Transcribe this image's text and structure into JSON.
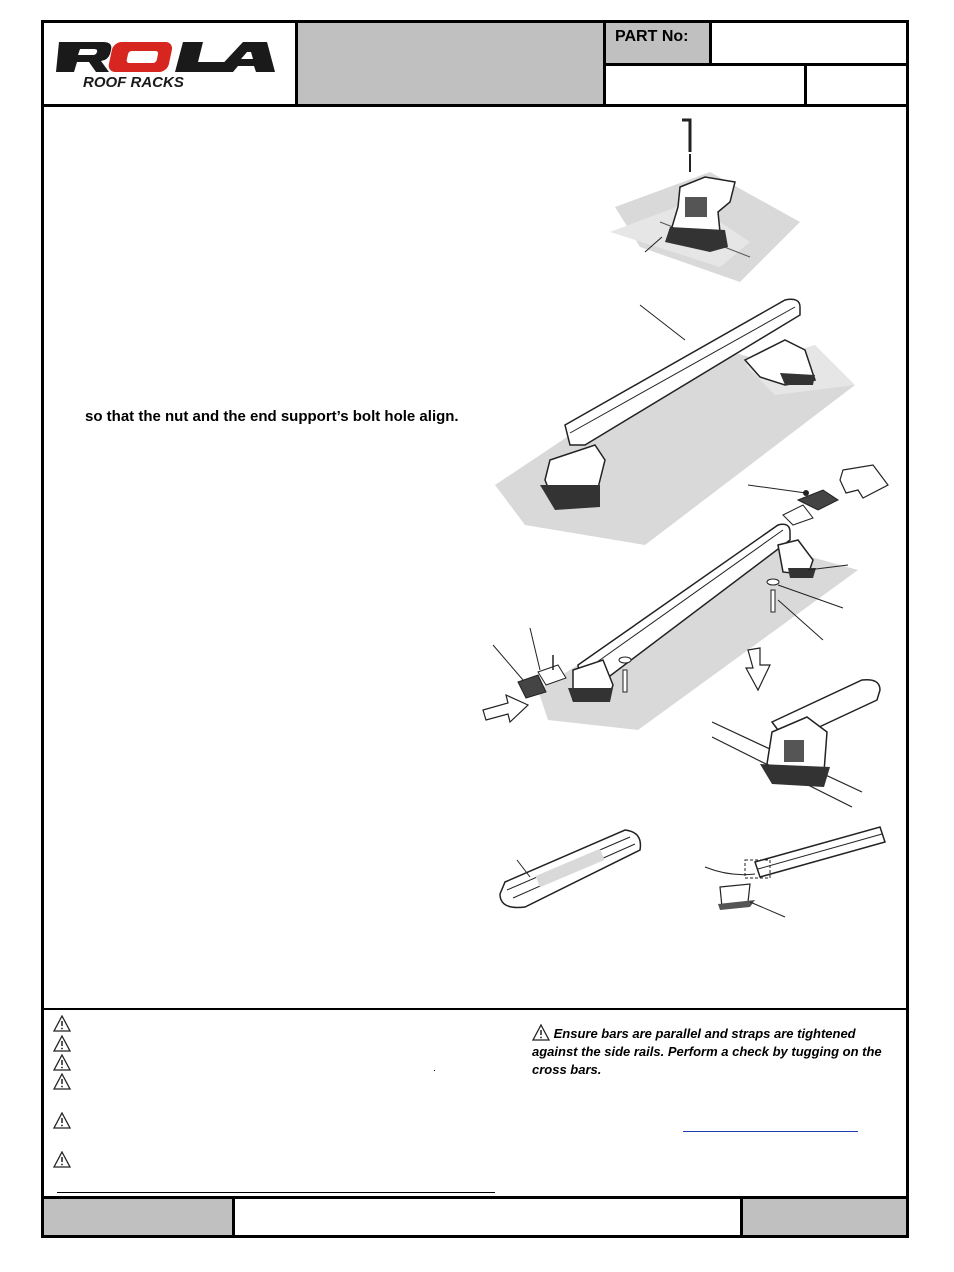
{
  "header": {
    "brand_logo_text": "ROLA",
    "brand_logo_subtext": "ROOF RACKS",
    "part_no_label": "PART No:"
  },
  "instructions": {
    "step_text": "so that the nut and the end support’s bolt hole align."
  },
  "warnings": {
    "note_text": "Ensure bars are parallel and straps are tightened against the side rails.  Perform a check by tugging  on the cross bars."
  },
  "colors": {
    "header_fill": "#c0c0c0",
    "roof_shading": "#d9d9d9",
    "border": "#000000",
    "link": "#1f3fb0",
    "logo_red": "#d7261f"
  },
  "icons": [
    "warning-triangle-icon",
    "allen-key-icon",
    "direction-arrow-icon"
  ]
}
